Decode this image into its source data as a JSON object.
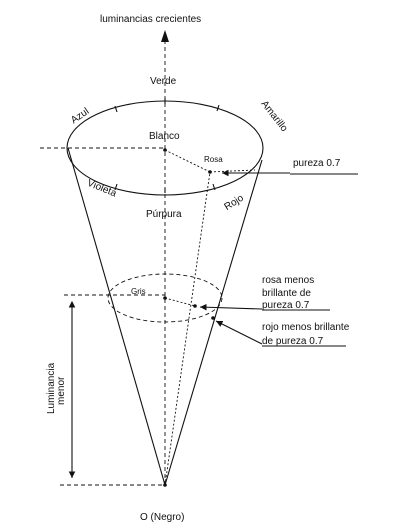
{
  "labels": {
    "axis_top": "luminancias crecientes",
    "verde": "Verde",
    "azul": "Azul",
    "amarillo": "Amarillo",
    "blanco": "Blanco",
    "rosa": "Rosa",
    "violeta": "Violeta",
    "rojo": "Rojo",
    "purpura": "Púrpura",
    "gris": "Gris",
    "pureza": "pureza 0.7",
    "rosa_menos_line1": "rosa menos",
    "rosa_menos_line2": "brillante de",
    "rosa_menos_line3": "pureza 0.7",
    "rojo_menos_line1": "rojo menos brillante",
    "rojo_menos_line2": "de pureza 0.7",
    "lum_menor_line1": "Luminancia",
    "lum_menor_line2": "menor",
    "negro": "O (Negro)"
  }
}
